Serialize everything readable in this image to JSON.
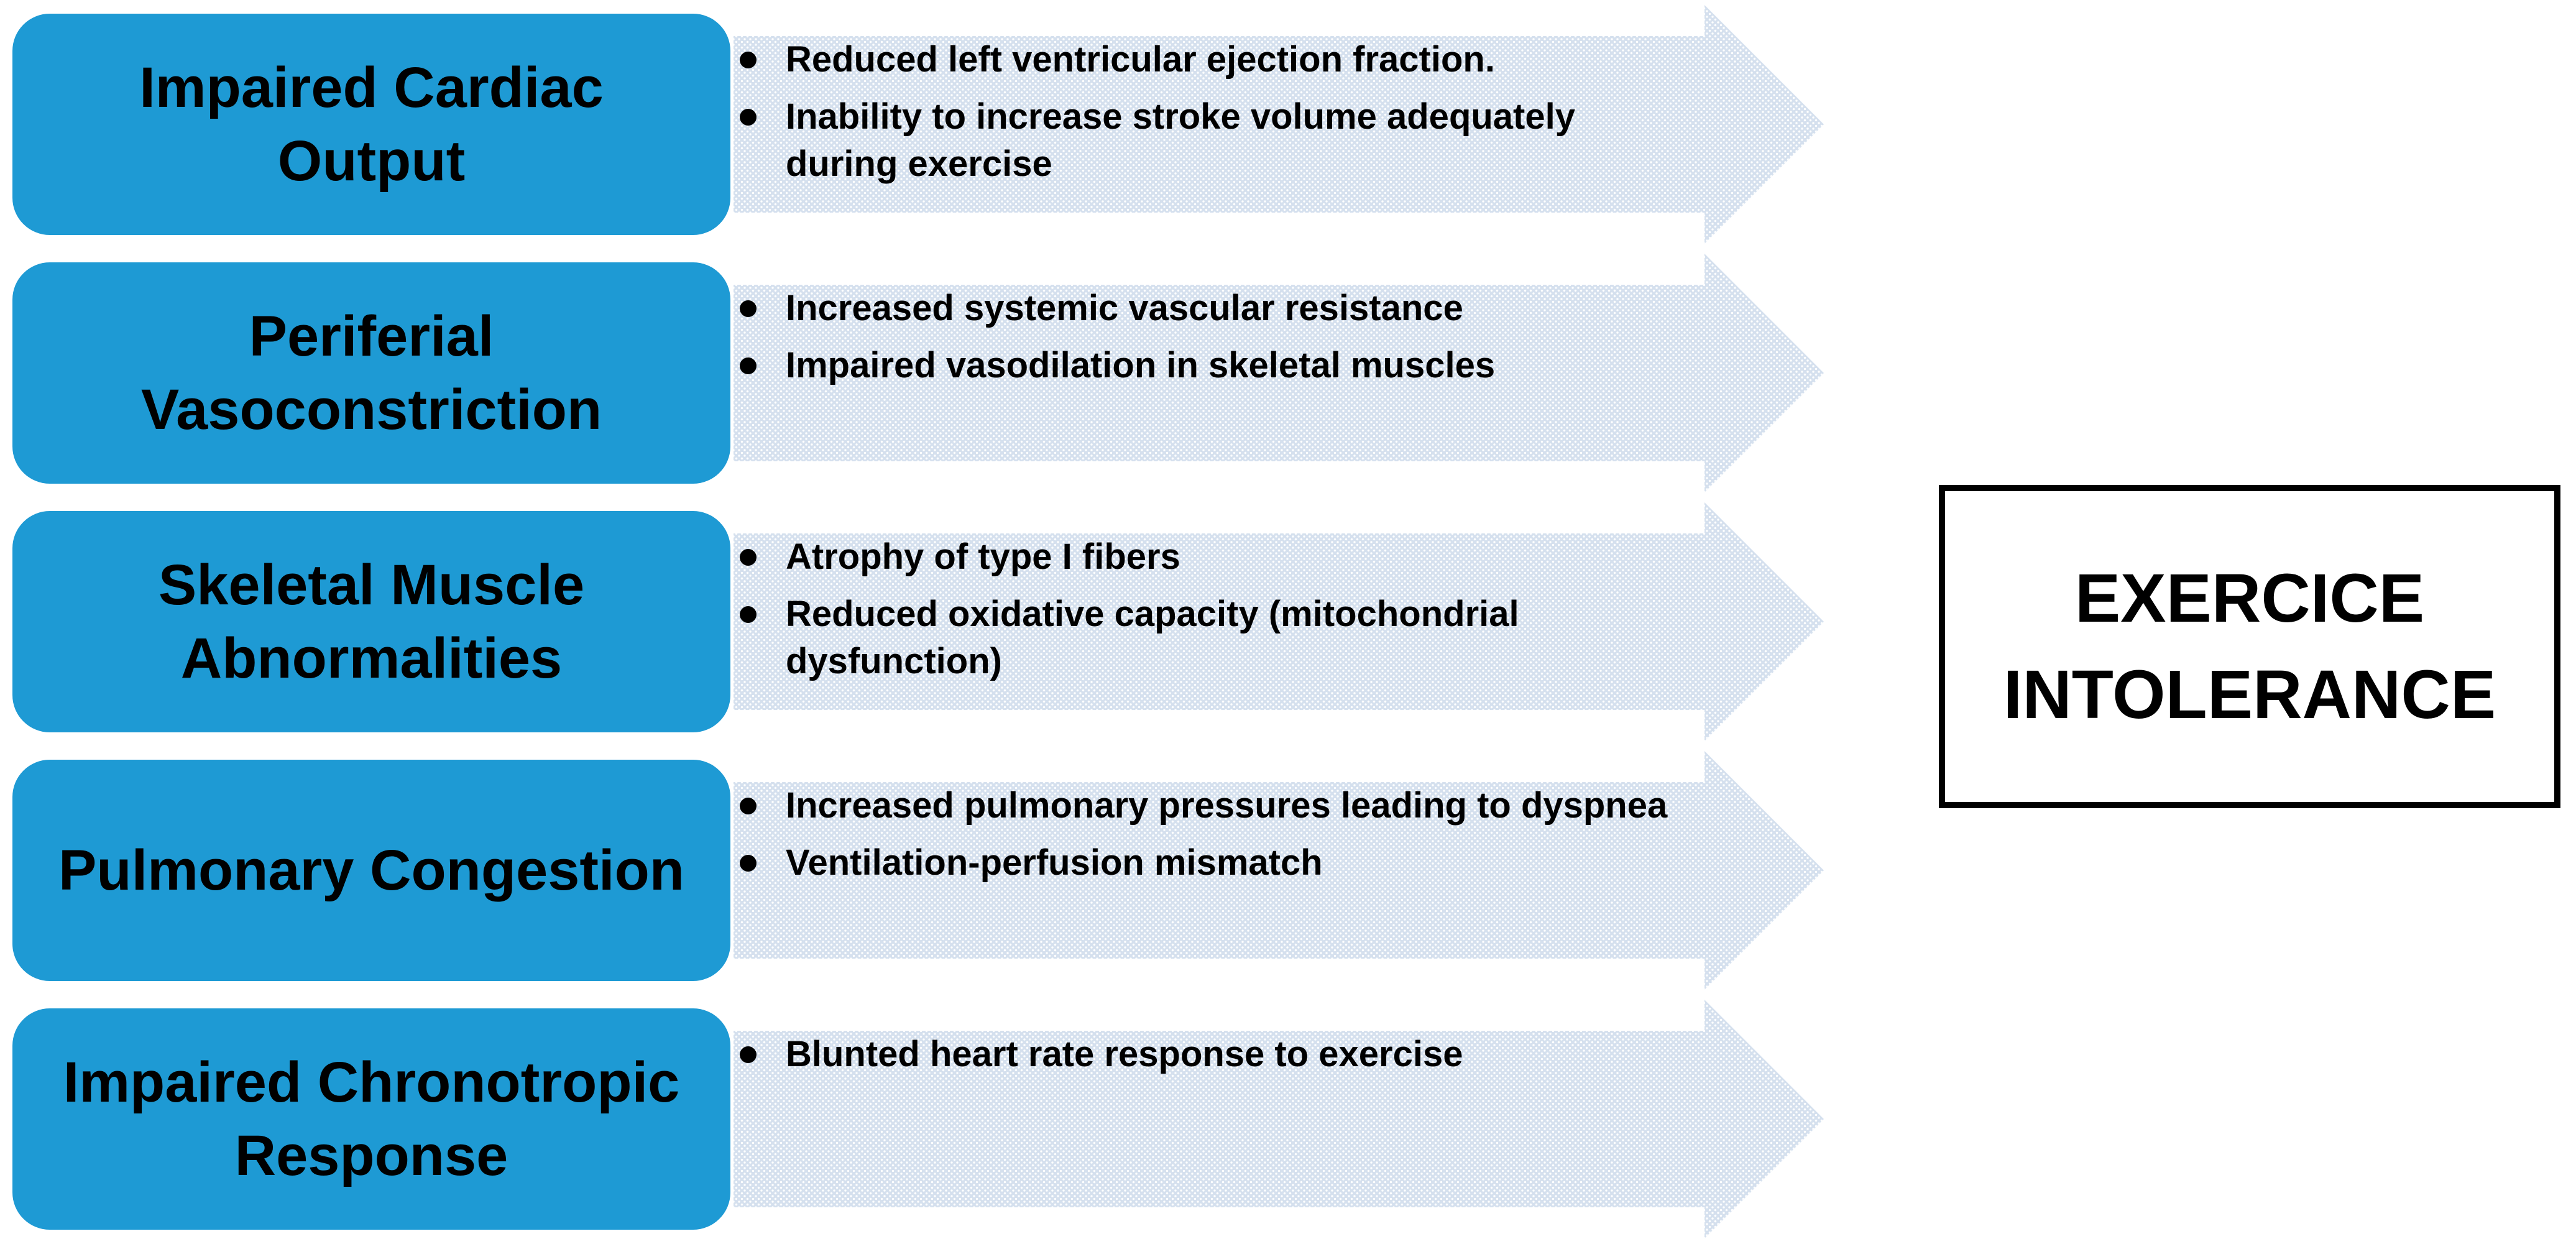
{
  "rows": [
    {
      "title": "Impaired Cardiac Output",
      "bullets": [
        "Reduced left ventricular ejection fraction.",
        "Inability to increase stroke volume adequately during exercise"
      ]
    },
    {
      "title": "Periferial Vasoconstriction",
      "bullets": [
        "Increased systemic vascular resistance",
        "Impaired vasodilation in skeletal muscles"
      ]
    },
    {
      "title": "Skeletal Muscle Abnormalities",
      "bullets": [
        "Atrophy of type I fibers",
        "Reduced oxidative capacity (mitochondrial dysfunction)"
      ]
    },
    {
      "title": "Pulmonary Congestion",
      "bullets": [
        "Increased pulmonary pressures leading to dyspnea",
        "Ventilation-perfusion mismatch"
      ]
    },
    {
      "title": "Impaired Chronotropic Response",
      "bullets": [
        "Blunted heart rate response to exercise"
      ]
    }
  ],
  "outcome": {
    "label": "EXERCICE INTOLERANCE"
  },
  "colors": {
    "cause_box_fill": "#1E9AD4",
    "arrow_fill": "#D5E0EE",
    "arrow_dot": "#FFFFFF",
    "text": "#000000",
    "outcome_border": "#000000",
    "background": "#FFFFFF"
  }
}
